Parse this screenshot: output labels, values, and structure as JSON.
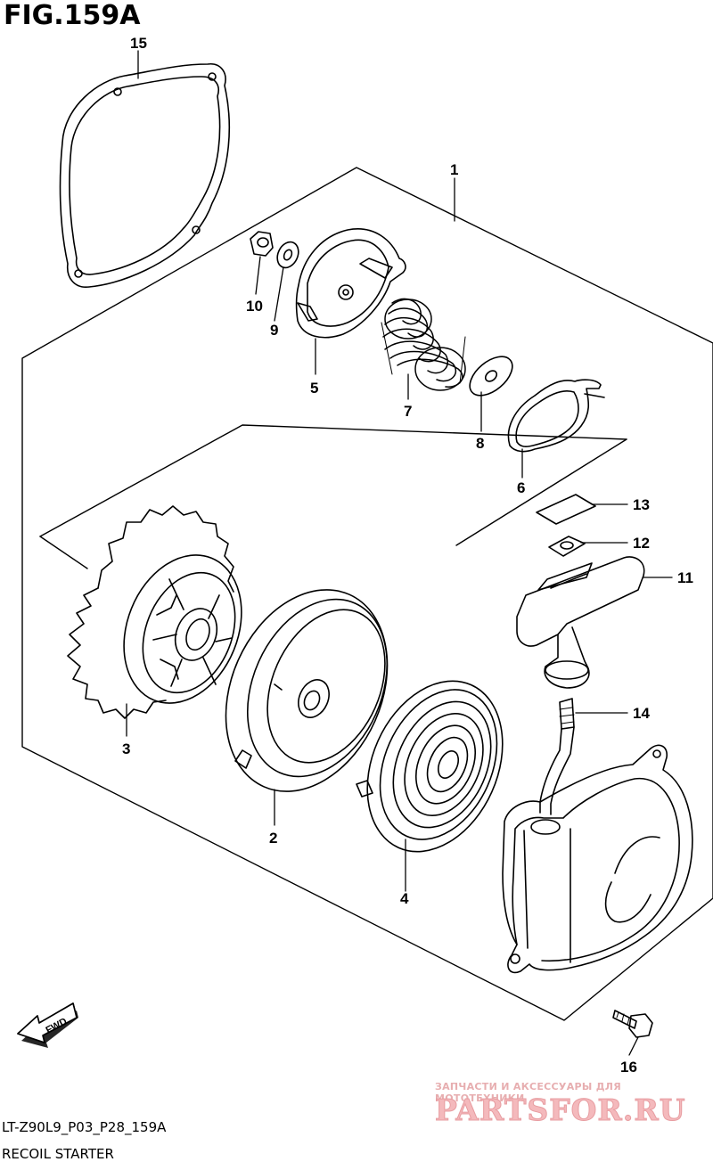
{
  "figure": {
    "title": "FIG.159A",
    "code": "LT-Z90L9_P03_P28_159A",
    "section_title": "RECOIL STARTER"
  },
  "callouts": {
    "p1": "1",
    "p2": "2",
    "p3": "3",
    "p4": "4",
    "p5": "5",
    "p6": "6",
    "p7": "7",
    "p8": "8",
    "p9": "9",
    "p10": "10",
    "p11": "11",
    "p12": "12",
    "p13": "13",
    "p14": "14",
    "p15": "15",
    "p16": "16"
  },
  "fwd_label": "FWD",
  "watermark": {
    "tagline": "ЗАПЧАСТИ И АКСЕССУАРЫ ДЛЯ МОТОТЕХНИКИ",
    "brand": "PARTSFOR.RU"
  }
}
